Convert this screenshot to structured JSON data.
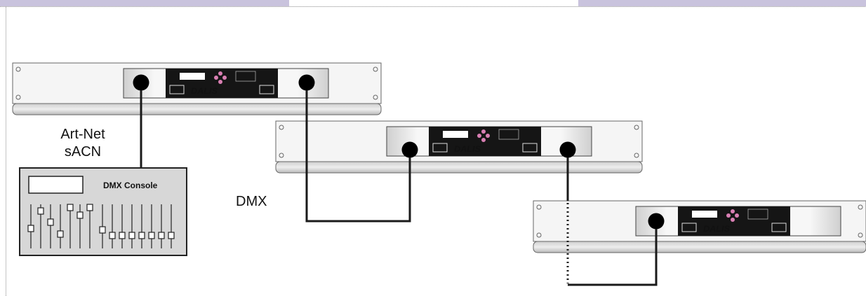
{
  "labels": {
    "protocol_line1": "Art-Net",
    "protocol_line2": "sAСN",
    "dmx": "DMX",
    "console": "DMX Console"
  },
  "device_brand": "DALIS",
  "colors": {
    "header_band": "#c9c3dd",
    "frame_fill": "#f5f5f5",
    "panel_fill": "#151515",
    "connector": "#000000",
    "cable": "#1a1a1a",
    "console_fill": "#d7d7d7",
    "button_accent": "#d97fb3"
  }
}
